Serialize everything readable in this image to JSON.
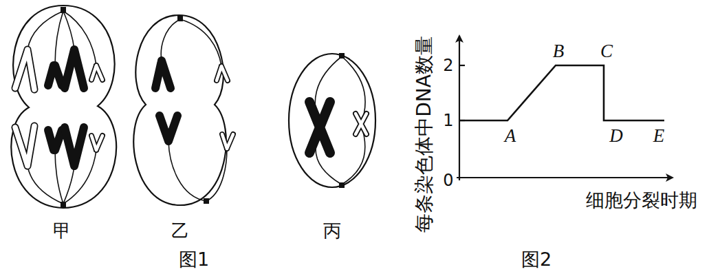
{
  "diagram": {
    "labels": [
      "甲",
      "乙",
      "丙",
      "图1",
      "每条染色体中DNA数量",
      "2",
      "1",
      "0",
      "A",
      "B",
      "C",
      "D",
      "E",
      "细胞分裂时期",
      "图2"
    ]
  }
}
